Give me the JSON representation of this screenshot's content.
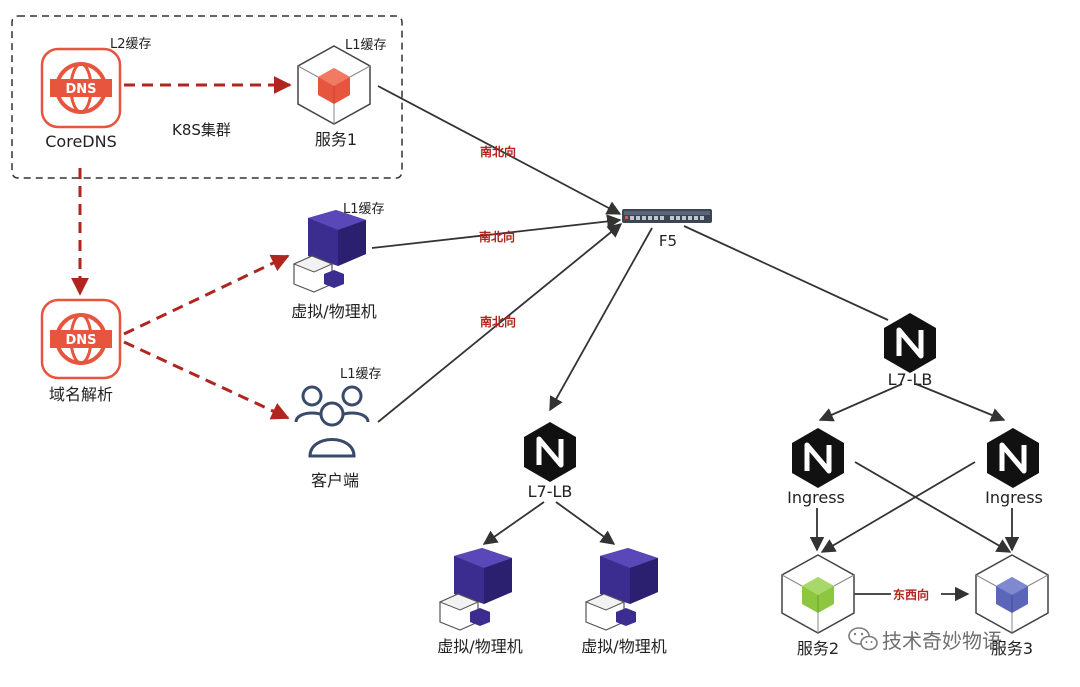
{
  "cluster": {
    "label": "K8S集群"
  },
  "nodes": {
    "coredns": {
      "label": "CoreDNS",
      "cache": "L2缓存",
      "icon": "dns-icon"
    },
    "service1": {
      "label": "服务1",
      "cache": "L1缓存",
      "icon": "service-cube-icon"
    },
    "vm_top": {
      "label": "虚拟/物理机",
      "cache": "L1缓存",
      "icon": "server-box-icon"
    },
    "dns_resolve": {
      "label": "域名解析",
      "icon": "dns-icon"
    },
    "client": {
      "label": "客户端",
      "cache": "L1缓存",
      "icon": "users-icon"
    },
    "f5": {
      "label": "F5",
      "icon": "switch-icon"
    },
    "lb_left": {
      "label": "L7-LB",
      "icon": "nginx-icon"
    },
    "lb_right": {
      "label": "L7-LB",
      "icon": "nginx-icon"
    },
    "ingress_left": {
      "label": "Ingress",
      "icon": "nginx-icon"
    },
    "ingress_right": {
      "label": "Ingress",
      "icon": "nginx-icon"
    },
    "vm_bottom_1": {
      "label": "虚拟/物理机",
      "icon": "server-box-icon"
    },
    "vm_bottom_2": {
      "label": "虚拟/物理机",
      "icon": "server-box-icon"
    },
    "service2": {
      "label": "服务2",
      "icon": "service-cube-icon"
    },
    "service3": {
      "label": "服务3",
      "icon": "service-cube-icon"
    }
  },
  "edges": {
    "north_south_1": "南北向",
    "north_south_2": "南北向",
    "north_south_3": "南北向",
    "east_west": "东西向"
  },
  "watermark": {
    "text": "技术奇妙物语",
    "icon": "wechat-icon"
  },
  "colors": {
    "dns_red": "#e8553e",
    "dashed_red": "#b0261f",
    "cube_orange": "#e8553e",
    "cube_green": "#8dc63f",
    "cube_blue": "#5b66b8",
    "server_purple": "#3b2c8f",
    "nginx_black": "#111111",
    "arrow_gray": "#333333"
  }
}
